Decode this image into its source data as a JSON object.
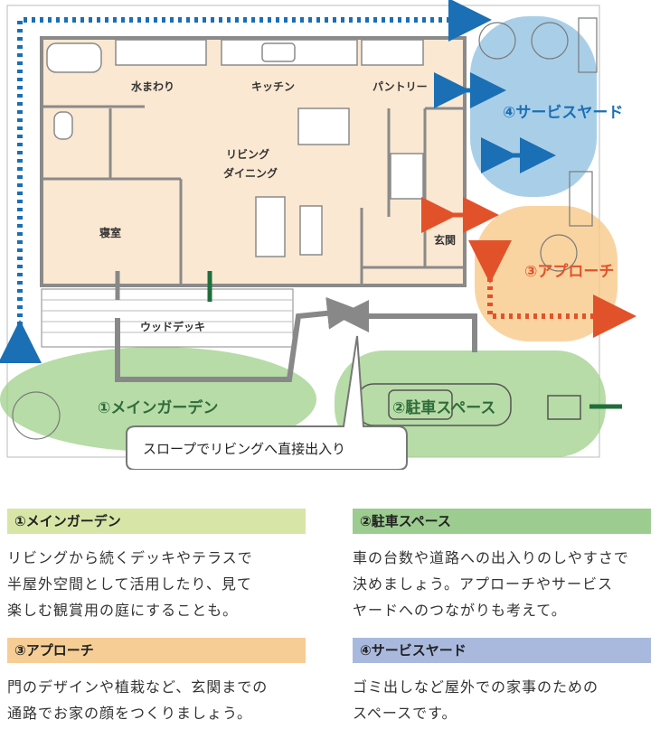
{
  "colors": {
    "main_garden": "#9fd08a",
    "parking": "#9fd08a",
    "approach": "#f7c98a",
    "service_yard": "#8cbfe0",
    "floor": "#fbe8d2",
    "wall": "#8a8a8a",
    "arrow_blue": "#1a6fb5",
    "arrow_red": "#e2522a",
    "arrow_green": "#1f6e3c",
    "arrow_gray": "#888888",
    "head_green": "#d7e6a6",
    "head_green2": "#9ccc8f",
    "head_orange": "#f6cd94",
    "head_blue": "#a9b9de"
  },
  "plan": {
    "rooms": {
      "water": "水まわり",
      "kitchen": "キッチン",
      "pantry": "パントリー",
      "living": "リビング",
      "dining": "ダイニング",
      "bedroom": "寝室",
      "entrance": "玄関",
      "deck": "ウッドデッキ"
    },
    "zones": {
      "main_garden": "①メインガーデン",
      "parking": "②駐車スペース",
      "approach": "③アプローチ",
      "service_yard": "④サービスヤード"
    },
    "callout": "スロープでリビングへ直接出入り"
  },
  "captions": [
    {
      "title": "①メインガーデン",
      "lines": [
        "リビングから続くデッキやテラスで",
        "半屋外空間として活用したり、見て",
        "楽しむ観賞用の庭にすることも。"
      ]
    },
    {
      "title": "②駐車スペース",
      "lines": [
        "車の台数や道路への出入りのしやすさで",
        "決めましょう。アプローチやサービス",
        "ヤードへのつながりも考えて。"
      ]
    },
    {
      "title": "③アプローチ",
      "lines": [
        "門のデザインや植栽など、玄関までの",
        "通路でお家の顔をつくりましょう。"
      ]
    },
    {
      "title": "④サービスヤード",
      "lines": [
        "ゴミ出しなど屋外での家事のための",
        "スペースです。"
      ]
    }
  ]
}
